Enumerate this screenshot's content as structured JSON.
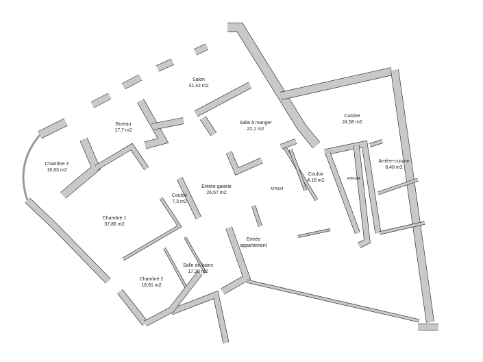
{
  "colors": {
    "wall_fill": "#c9c9c9",
    "wall_outline": "#333333",
    "background": "#ffffff",
    "text": "#222222"
  },
  "rooms": [
    {
      "name": "Salon",
      "area": "31,42 m2"
    },
    {
      "name": "Bureau",
      "area": "17,7 m2"
    },
    {
      "name": "Salle à manger",
      "area": "22,1 m2"
    },
    {
      "name": "Cuisine",
      "area": "24,58 m2"
    },
    {
      "name": "Arrière-cuisine",
      "area": "8,48 m2"
    },
    {
      "name": "Chambre 3",
      "area": "16,83 m2"
    },
    {
      "name": "Couloir",
      "area": "4,16 m2"
    },
    {
      "name": "Entrée galerie",
      "area": "26,57 m2"
    },
    {
      "name": "Couloir",
      "area": "7,3 m2"
    },
    {
      "name": "Chambre 1",
      "area": "37,86 m2"
    },
    {
      "name": "Entrée",
      "area": "appartement"
    },
    {
      "name": "Salle de bains",
      "area": "17,38 m2"
    },
    {
      "name": "Chambre 2",
      "area": "18,91 m2"
    }
  ],
  "atrium_labels": [
    "ATRIUM",
    "ATRIUM"
  ]
}
